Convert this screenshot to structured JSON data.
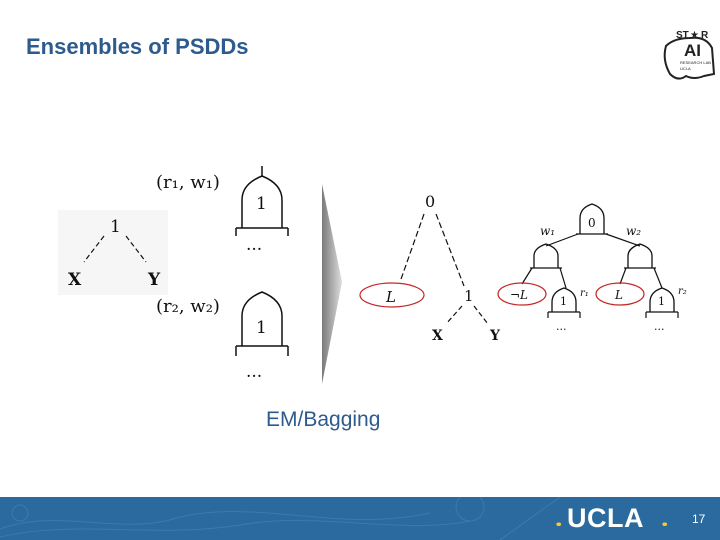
{
  "slide": {
    "title": "Ensembles of PSDDs",
    "caption": "EM/Bagging",
    "page_number": "17"
  },
  "logo": {
    "text_line1": "ST",
    "text_star": "★",
    "text_r": "R",
    "text_ai": "AI",
    "text_small": "RESEARCH LAB",
    "text_ucla": "UCLA"
  },
  "footer": {
    "brand": "UCLA",
    "background_color": "#2a6a9e",
    "accent_color": "#ffc72c"
  },
  "figure": {
    "left_tree": {
      "root": "1",
      "left_leaf": "X",
      "right_leaf": "Y"
    },
    "component_1": {
      "label": "(r₁, w₁)",
      "gate_value": "1",
      "ellipsis": "..."
    },
    "component_2": {
      "label": "(r₂, w₂)",
      "gate_value": "1",
      "ellipsis": "..."
    },
    "middle_tree": {
      "root": "0",
      "left_leaf": "L",
      "right_node": "1",
      "x_leaf": "X",
      "y_leaf": "Y"
    },
    "ensemble": {
      "root": "0",
      "w1": "w₁",
      "w2": "w₂",
      "left_neg": "¬L",
      "left_one": "1",
      "r1": "r₁",
      "right_pos": "L",
      "right_one": "1",
      "r2": "r₂",
      "ellipsis_1": "...",
      "ellipsis_2": "..."
    }
  }
}
